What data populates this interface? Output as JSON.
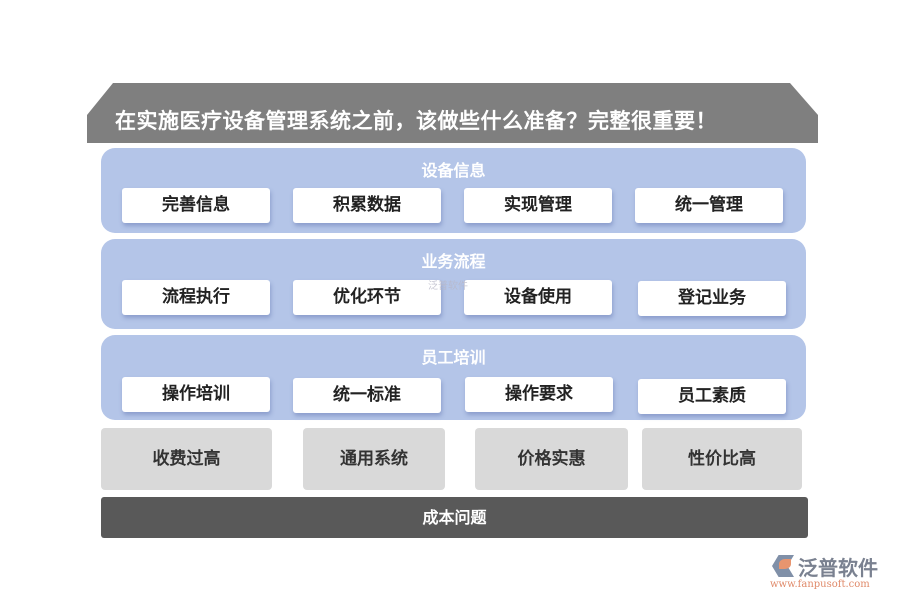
{
  "title": "在实施医疗设备管理系统之前，该做些什么准备？完整很重要！",
  "sections": [
    {
      "title": "设备信息",
      "items": [
        "完善信息",
        "积累数据",
        "实现管理",
        "统一管理"
      ]
    },
    {
      "title": "业务流程",
      "items": [
        "流程执行",
        "优化环节",
        "设备使用",
        "登记业务"
      ]
    },
    {
      "title": "员工培训",
      "items": [
        "操作培训",
        "统一标准",
        "操作要求",
        "员工素质"
      ]
    }
  ],
  "problems": [
    "收费过高",
    "通用系统",
    "价格实惠",
    "性价比高"
  ],
  "base": "成本问题",
  "watermark": "泛普软件",
  "logo": {
    "name": "泛普软件",
    "url": "www.fanpusoft.com"
  },
  "colors": {
    "header": "#7f7f7f",
    "section": "#b4c5e8",
    "problem": "#d9d9d9",
    "base": "#595959"
  }
}
